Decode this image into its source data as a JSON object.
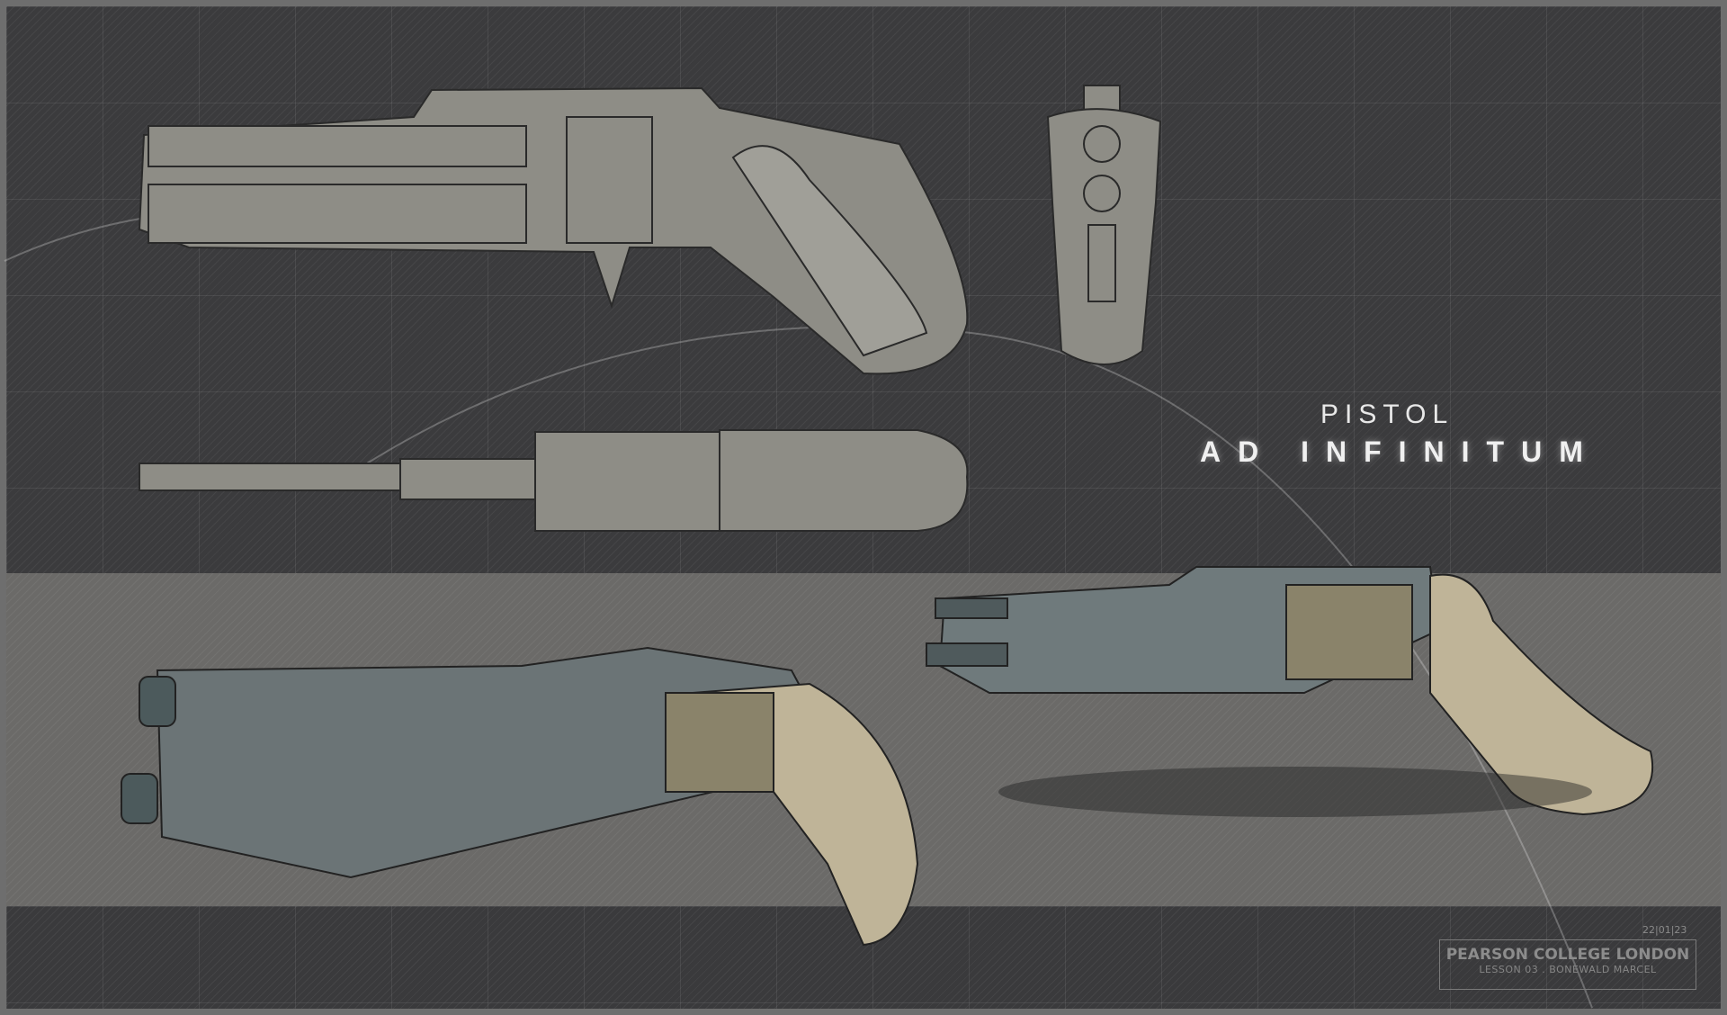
{
  "title": {
    "subtitle": "PISTOL",
    "main": "AD INFINITUM"
  },
  "footer": {
    "date": "22|01|23",
    "institution": "PEARSON COLLEGE LONDON",
    "lesson": "LESSON 03 .  BONEWALD MARCEL"
  },
  "colors": {
    "blueprint_fill": "#8e8d86",
    "background_dark": "#3b3b3d",
    "band_mid": "#6b6a68",
    "grip": "#bfb498",
    "metal": "#6f7a7c"
  }
}
